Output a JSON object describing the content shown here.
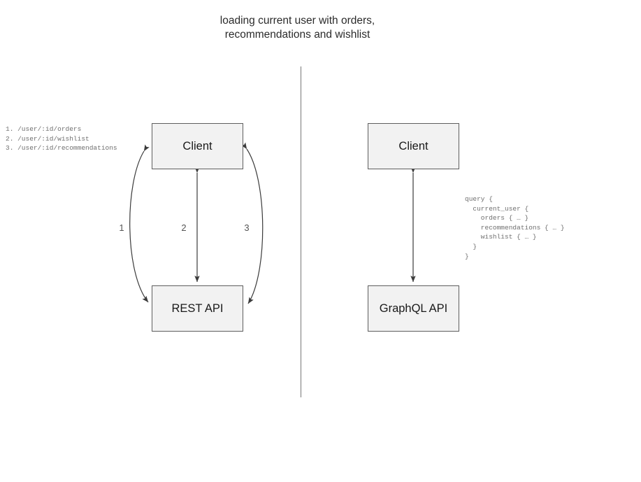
{
  "title": "loading current user with orders,\nrecommendations and wishlist",
  "divider": {
    "name": "vertical-divider"
  },
  "rest_side": {
    "client_label": "Client",
    "api_label": "REST API",
    "endpoints": "1. /user/:id/orders\n2. /user/:id/wishlist\n3. /user/:id/recommendations",
    "edges": [
      {
        "label": "1",
        "style": "curved-left",
        "direction": "bidirectional"
      },
      {
        "label": "2",
        "style": "straight",
        "direction": "bidirectional"
      },
      {
        "label": "3",
        "style": "curved-right",
        "direction": "bidirectional"
      }
    ]
  },
  "graphql_side": {
    "client_label": "Client",
    "api_label": "GraphQL API",
    "query": "query {\n  current_user {\n    orders { … }\n    recommendations { … }\n    wishlist { … }\n  }\n}",
    "edges": [
      {
        "label": "",
        "style": "straight",
        "direction": "bidirectional"
      }
    ]
  },
  "colors": {
    "background": "#ffffff",
    "node_fill": "#f2f2f2",
    "node_border": "#5e5e5e",
    "edge_stroke": "#3b3b3b",
    "divider": "#777777",
    "title_text": "#2b2b2b",
    "code_text": "#6f6f6f",
    "edge_label_text": "#555555"
  }
}
